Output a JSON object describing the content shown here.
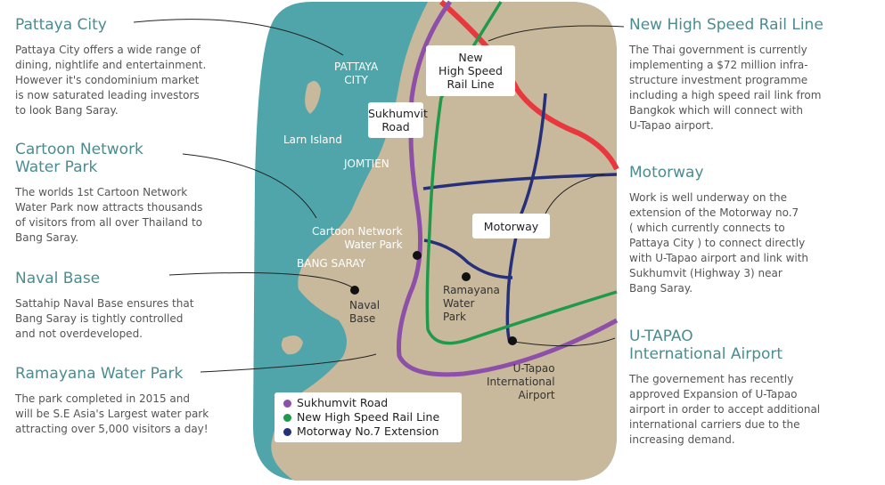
{
  "left_sections": [
    {
      "title": [
        "Pattaya City"
      ],
      "body": [
        "Pattaya City offers a wide range of",
        "dining, nightlife and entertainment.",
        "However it's condominium market",
        "is now saturated leading investors",
        "to look Bang Saray."
      ]
    },
    {
      "title": [
        "Cartoon Network",
        "Water Park"
      ],
      "body": [
        "The worlds 1st Cartoon Network",
        "Water Park now attracts thousands",
        "of visitors from all over Thailand to",
        "Bang Saray."
      ]
    },
    {
      "title": [
        "Naval Base"
      ],
      "body": [
        "Sattahip Naval Base ensures that",
        "Bang Saray is tightly controlled",
        "and not overdeveloped."
      ]
    },
    {
      "title": [
        "Ramayana Water Park"
      ],
      "body": [
        "The park completed in 2015 and",
        "will be S.E Asia's Largest water park",
        "attracting over 5,000 visitors a day!"
      ]
    }
  ],
  "right_sections": [
    {
      "title": [
        "New High Speed Rail Line"
      ],
      "body": [
        "The Thai government is currently",
        "implementing a $72 million infra-",
        "structure investment programme",
        "including a high speed rail link from",
        "Bangkok which will connect with",
        "U-Tapao airport."
      ]
    },
    {
      "title": [
        "Motorway"
      ],
      "body": [
        "Work is well underway on the",
        "extension of the Motorway no.7",
        "( which currently connects to",
        "Pattaya City ) to connect directly",
        "with U-Tapao airport and link with",
        "Sukhumvit (Highway 3) near",
        "Bang Saray."
      ]
    },
    {
      "title": [
        "U-TAPAO",
        "International Airport"
      ],
      "body": [
        "The governement has recently",
        "approved Expansion of U-Tapao",
        "airport in order to accept additional",
        "international carriers due to the",
        "increasing demand."
      ]
    }
  ],
  "map": {
    "place_labels": {
      "pattaya": [
        "PATTAYA",
        "CITY"
      ],
      "larn": "Larn Island",
      "jomtien": "JOMTIEN",
      "cartoon": [
        "Cartoon Network",
        "Water Park"
      ],
      "bangsaray": "BANG SARAY",
      "naval": [
        "Naval",
        "Base"
      ],
      "ramayana": [
        "Ramayana",
        "Water",
        "Park"
      ],
      "utapao": [
        "U-Tapao",
        "International",
        "Airport"
      ]
    },
    "callouts": {
      "hsr": [
        "New",
        "High Speed",
        "Rail Line"
      ],
      "sukhumvit": [
        "Sukhumvit",
        "Road"
      ],
      "motorway": "Motorway"
    },
    "legend": [
      {
        "label": "Sukhumvit Road",
        "color": "#8e4fa8"
      },
      {
        "label": "New High Speed Rail Line",
        "color": "#1e9a4a"
      },
      {
        "label": "Motorway No.7 Extension",
        "color": "#26307a"
      }
    ],
    "colors": {
      "water": "#4fa5aa",
      "land": "#c8b99c",
      "rail_existing": "#e8383d"
    }
  }
}
